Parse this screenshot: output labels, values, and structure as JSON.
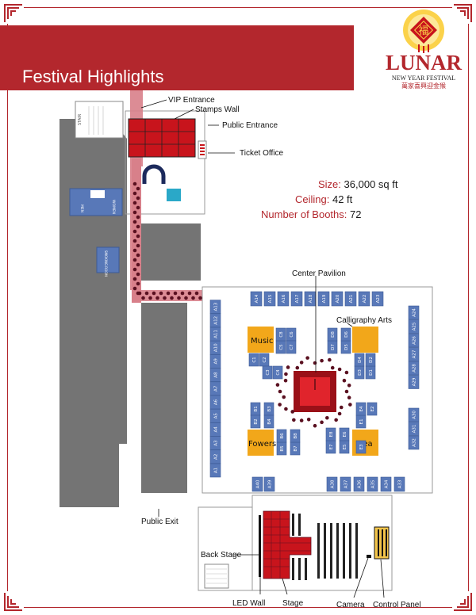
{
  "header": {
    "title": "Festival Highlights"
  },
  "logo": {
    "word": "LUNAR",
    "subtitle": "NEW YEAR FESTIVAL",
    "chinese": "萬家喜興迎金猴",
    "badge_char": "福"
  },
  "stats": [
    {
      "key": "Size:",
      "value": "36,000 sq ft"
    },
    {
      "key": "Ceiling:",
      "value": "42 ft"
    },
    {
      "key": "Number of Booths:",
      "value": "72"
    }
  ],
  "callouts": {
    "vip_entrance": "VIP Entrance",
    "stamps_wall": "Stamps Wall",
    "public_entrance": "Public Entrance",
    "ticket_office": "Ticket Office",
    "center_pavilion": "Center Pavilion",
    "calligraphy_arts": "Calligraphy Arts",
    "public_exit": "Public Exit",
    "back_stage": "Back Stage",
    "led_wall": "LED Wall",
    "stage": "Stage",
    "camera": "Camera",
    "control_panel": "Control Panel"
  },
  "zones": {
    "music": "Music",
    "flowers": "Fowers",
    "tea": "Tea"
  },
  "room_labels": {
    "stair": "STAIR",
    "men": "MEN",
    "women": "WOMEN",
    "smoking": "SMOKING ROOM"
  },
  "booths": {
    "a_left": [
      "A1",
      "A2",
      "A3",
      "A4",
      "A5",
      "A6",
      "A7",
      "A8",
      "A9",
      "A10",
      "A11",
      "A12",
      "A13"
    ],
    "a_top": [
      "A14",
      "A15",
      "A16",
      "A17",
      "A18",
      "A19",
      "A20",
      "A21",
      "A22",
      "A23"
    ],
    "a_right_upper": [
      "A24",
      "A25",
      "A26",
      "A27",
      "A28",
      "A29"
    ],
    "a_right_lower": [
      "A30",
      "A31",
      "A32"
    ],
    "a_bottom": [
      "A33",
      "A34",
      "A35",
      "A36",
      "A37",
      "A38"
    ],
    "a_bottom_left": [
      "A39",
      "A40"
    ],
    "c_block": [
      "C1",
      "C2",
      "C3",
      "C4",
      "C5",
      "C6",
      "C7",
      "C8"
    ],
    "d_block": [
      "D1",
      "D2",
      "D3",
      "D4",
      "D5",
      "D6",
      "D7",
      "D8"
    ],
    "b_block": [
      "B1",
      "B2",
      "B3",
      "B4",
      "B5",
      "B6",
      "B7",
      "B8"
    ],
    "e_block": [
      "E1",
      "E2",
      "E3",
      "E4",
      "E5",
      "E6",
      "E7",
      "E8"
    ]
  },
  "colors": {
    "brand_red": "#b3272d",
    "booth_blue": "#5878b8",
    "zone_gold": "#f2a71a",
    "wall_gray": "#747474",
    "path_pink": "#d8808a",
    "dot_maroon": "#5a1020",
    "pavilion_red": "#c8141c"
  }
}
